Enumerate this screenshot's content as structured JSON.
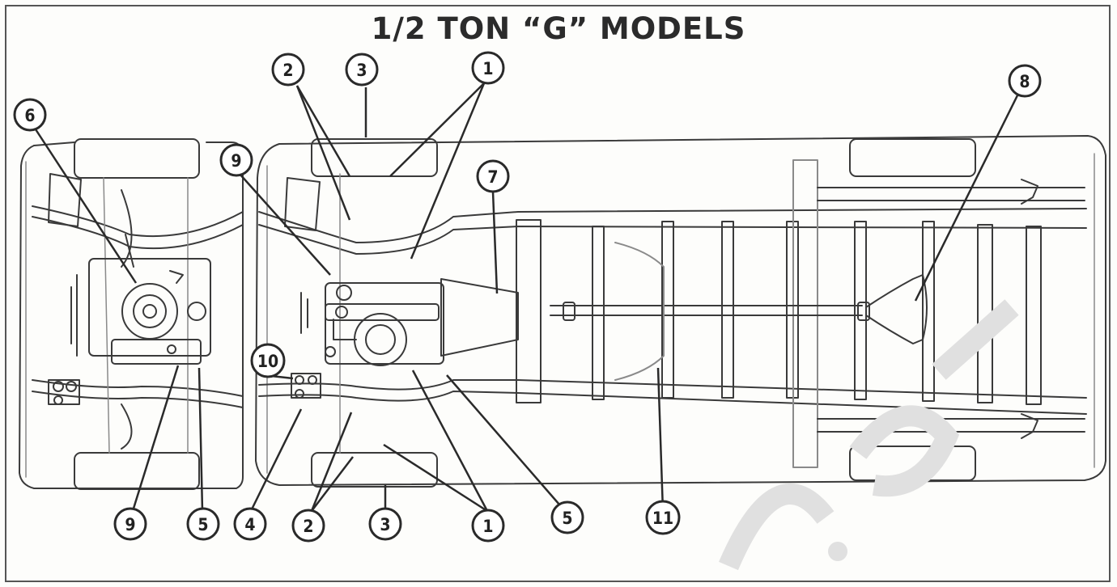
{
  "diagram": {
    "title": "1/2 TON “G” MODELS",
    "callouts": [
      {
        "id": "c2-top",
        "label": "2"
      },
      {
        "id": "c3-top",
        "label": "3"
      },
      {
        "id": "c1-top",
        "label": "1"
      },
      {
        "id": "c8",
        "label": "8"
      },
      {
        "id": "c6",
        "label": "6"
      },
      {
        "id": "c9-top",
        "label": "9"
      },
      {
        "id": "c7",
        "label": "7"
      },
      {
        "id": "c10",
        "label": "10"
      },
      {
        "id": "c9-bottom",
        "label": "9"
      },
      {
        "id": "c5-left",
        "label": "5"
      },
      {
        "id": "c4",
        "label": "4"
      },
      {
        "id": "c2-bottom",
        "label": "2"
      },
      {
        "id": "c3-bottom",
        "label": "3"
      },
      {
        "id": "c1-bottom",
        "label": "1"
      },
      {
        "id": "c5-right",
        "label": "5"
      },
      {
        "id": "c11",
        "label": "11"
      }
    ],
    "colors": {
      "line": "#3a3a3a",
      "light_line": "#8a8a8a",
      "watermark": "#dcdcdc"
    }
  }
}
